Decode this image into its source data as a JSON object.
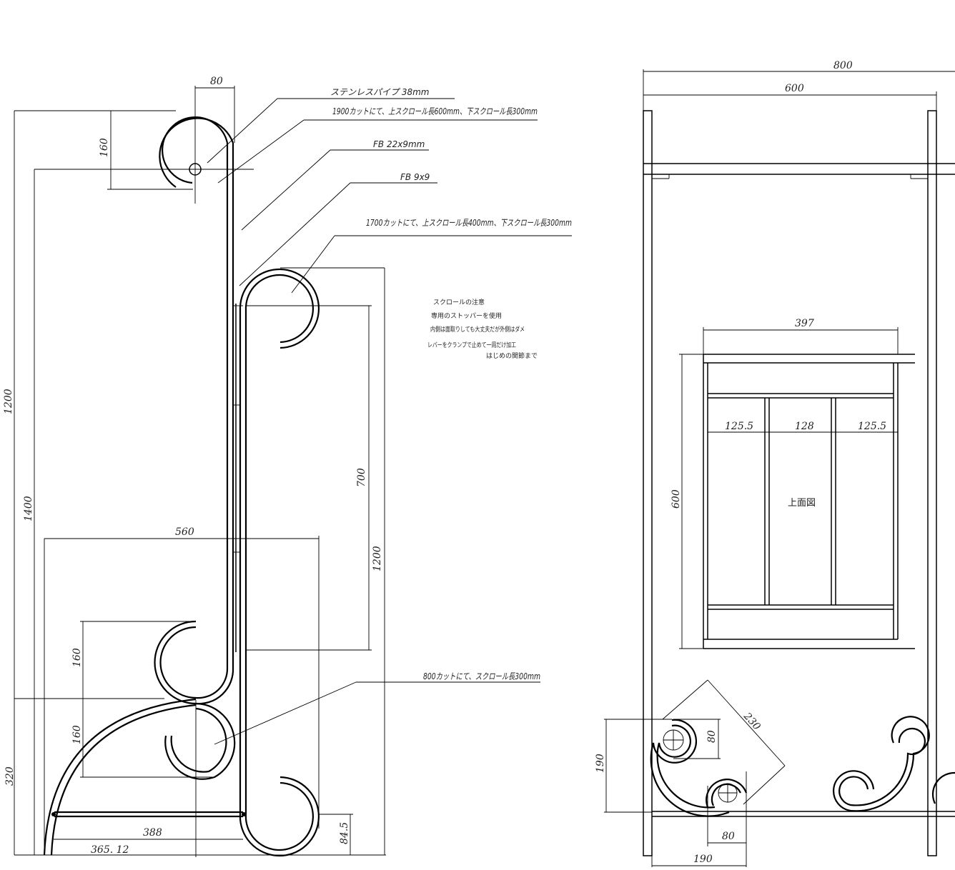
{
  "callouts": {
    "pipe": "ステンレスパイプ 38mm",
    "cut1900": "1900カットにて、上スクロール長600mm、下スクロール長300mm",
    "fb22": "FB 22x9mm",
    "fb9": "FB 9x9",
    "cut1700": "1700カットにて、上スクロール長400mm、下スクロール長300mm",
    "cut800": "800カットにて、スクロール長300mm"
  },
  "notes": {
    "line1": "スクロールの注意",
    "line2": "専用のストッパーを使用",
    "line3": "内側は面取りしても大丈夫だが外側はダメ",
    "line4": "レバーをクランプで止めて一周だけ加工",
    "line5": "はじめの関節まで"
  },
  "dims_side": {
    "d80": "80",
    "d160_top": "160",
    "d1200_left": "1200",
    "d1400": "1400",
    "d700": "700",
    "d1200_right": "1200",
    "d560": "560",
    "d160_a": "160",
    "d160_b": "160",
    "d320": "320",
    "d388": "388",
    "d365": "365. 12",
    "d84": "84.5"
  },
  "dims_front": {
    "d800": "800",
    "d600": "600",
    "d397": "397",
    "d125a": "125.5",
    "d128": "128",
    "d125b": "125.5",
    "d600_v": "600",
    "top_view": "上面図",
    "d230": "230",
    "d80_v": "80",
    "d190_v": "190",
    "d80_h": "80",
    "d190_h": "190"
  }
}
